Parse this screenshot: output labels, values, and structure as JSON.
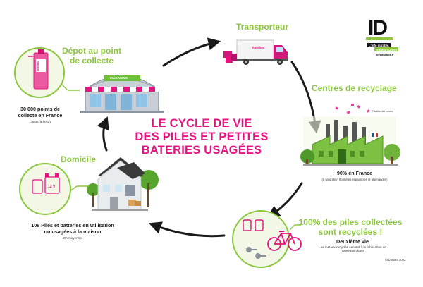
{
  "title": {
    "line1": "LE CYCLE DE VIE",
    "line2": "DES PILES ET PETITES",
    "line3": "BATERIES USAGÉES"
  },
  "logo": {
    "letters": "ID",
    "tag1": "L'info durable,",
    "tag2": "le Smart'Green",
    "url": "linfodurable.fr"
  },
  "stages": {
    "depot": {
      "title_line1": "Dépot au point",
      "title_line2": "de collecte",
      "stat_line1": "30 000 points de",
      "stat_line2": "collecte en France",
      "note": "(Jusqu'à 60kg)",
      "store_sign": "MAGASINS",
      "box_label": "batribox"
    },
    "transporteur": {
      "title": "Transporteur",
      "truck_label": "batribox"
    },
    "recyclage": {
      "title": "Centres de recyclage",
      "fumes_label": "Filtration des fumées",
      "stat": "90% en France",
      "note": "(à saturation frontières espagnoles et allemandes)"
    },
    "recyclees": {
      "title_line1": "100% des piles collectées",
      "title_line2": "sont recyclées !",
      "subtitle": "Deuxième vie",
      "note_line1": "Les métaux recyclés servent à la fabrication de",
      "note_line2": "nouveaux objets"
    },
    "domicile": {
      "title": "Domicile",
      "stat_line1": "106 Piles et batteries en utilisation",
      "stat_line2": "ou usagées à la maison",
      "note": "(En moyenne)",
      "battery_label": "12 V"
    }
  },
  "credit": "©ID mars 2022",
  "colors": {
    "accent_pink": "#e6127f",
    "accent_green": "#8cc63f",
    "arrow": "#1a1a1a"
  }
}
